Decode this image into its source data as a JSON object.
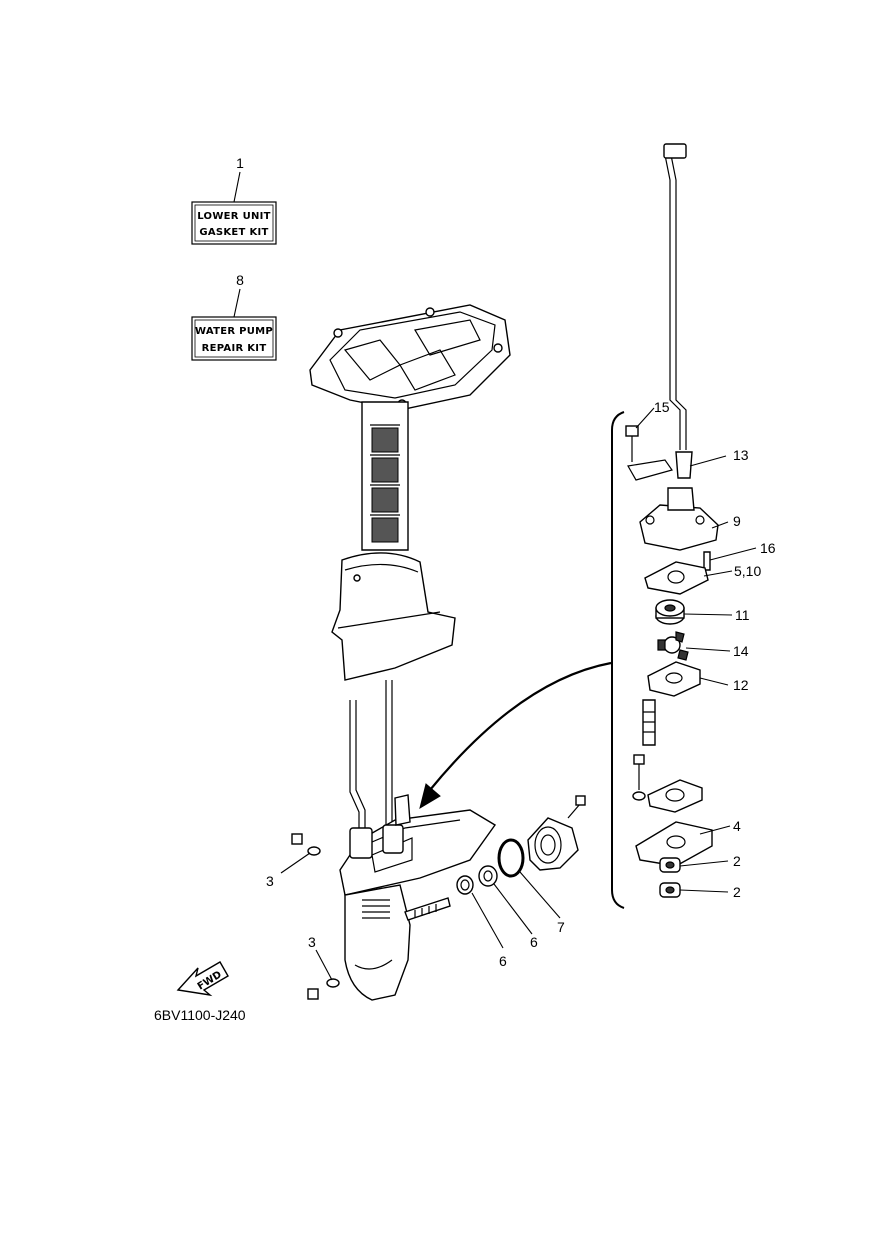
{
  "kits": [
    {
      "ref": "1",
      "line1": "LOWER UNIT",
      "line2": "GASKET KIT"
    },
    {
      "ref": "8",
      "line1": "WATER PUMP",
      "line2": "REPAIR KIT"
    }
  ],
  "callouts": {
    "c15": "15",
    "c13": "13",
    "c9": "9",
    "c16": "16",
    "c5_10": "5,10",
    "c11": "11",
    "c14": "14",
    "c12": "12",
    "c4": "4",
    "c2a": "2",
    "c2b": "2",
    "c3a": "3",
    "c3b": "3",
    "c6a": "6",
    "c6b": "6",
    "c7": "7"
  },
  "fwd_label": "FWD",
  "diagram_code": "6BV1100-J240"
}
